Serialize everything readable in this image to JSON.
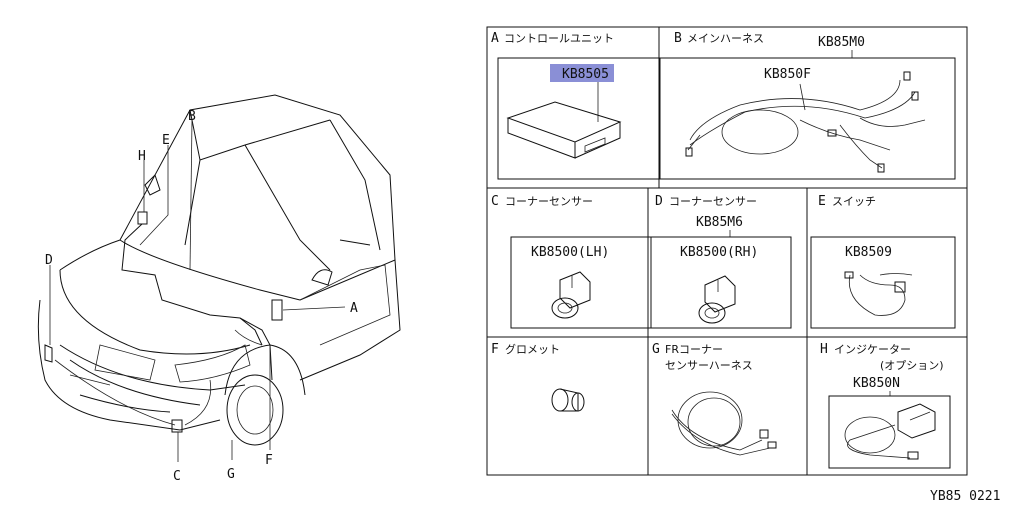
{
  "car_callouts": {
    "a": "A",
    "b": "B",
    "c": "C",
    "d": "D",
    "e": "E",
    "g": "G",
    "f": "F",
    "h": "H"
  },
  "panels": {
    "a": {
      "letter": "A",
      "title": "コントロールユニット",
      "part": "KB8505"
    },
    "b": {
      "letter": "B",
      "title": "メインハーネス",
      "kit": "KB85M0",
      "part": "KB850F"
    },
    "c": {
      "letter": "C",
      "title": "コーナーセンサー",
      "part": "KB8500(LH)"
    },
    "d": {
      "letter": "D",
      "title": "コーナーセンサー",
      "kit": "KB85M6",
      "part": "KB8500(RH)"
    },
    "e": {
      "letter": "E",
      "title": "スイッチ",
      "part": "KB8509"
    },
    "f": {
      "letter": "F",
      "title": "グロメット"
    },
    "g": {
      "letter": "G",
      "title_line1": "FRコーナー",
      "title_line2": "センサーハーネス"
    },
    "h": {
      "letter": "H",
      "title_line1": "インジケーター",
      "title_line2": "(オプション)",
      "part": "KB850N"
    }
  },
  "diagram_code": "YB85 0221",
  "colors": {
    "highlight": "#8a8fd6",
    "line": "#111111"
  }
}
